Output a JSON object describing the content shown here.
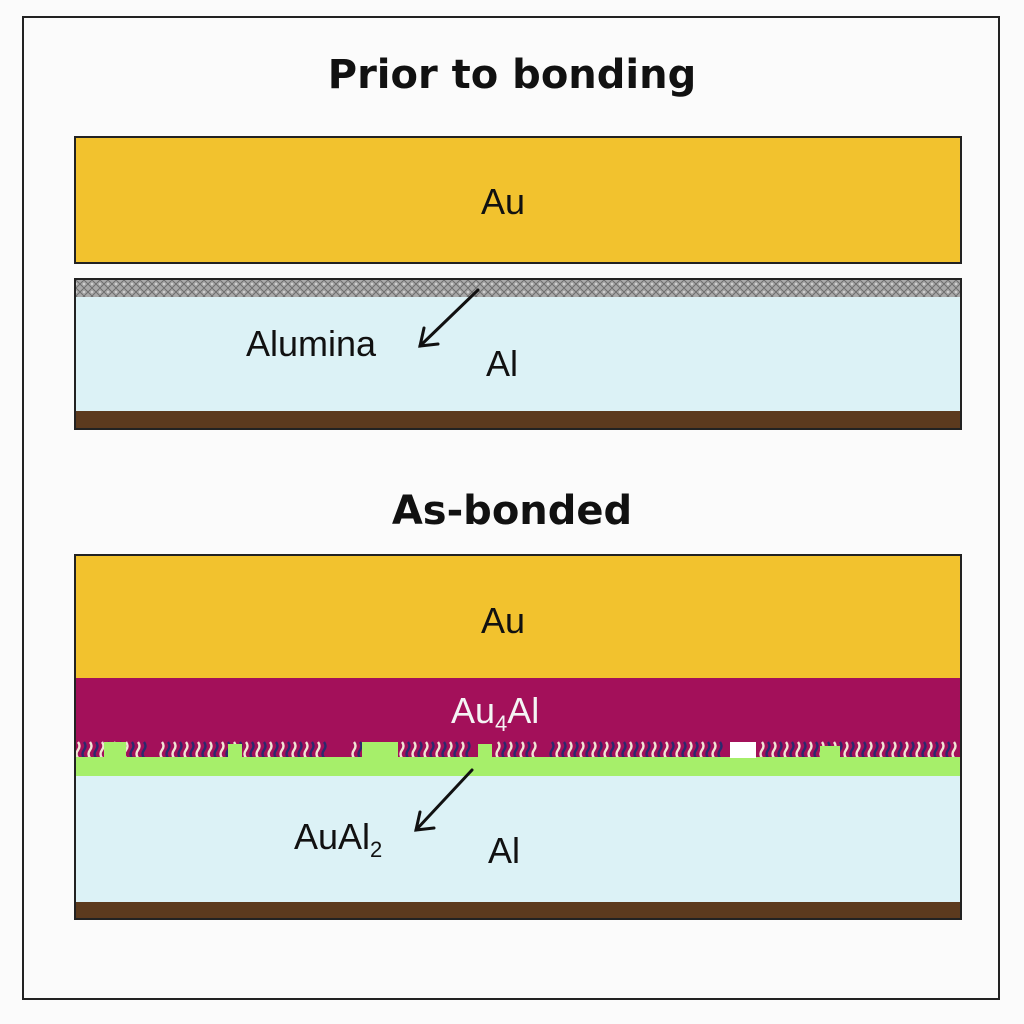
{
  "sections": {
    "prior": {
      "title": "Prior to bonding",
      "layers": {
        "gold": "Au",
        "oxide_callout": "Alumina",
        "aluminum": "Al"
      }
    },
    "bonded": {
      "title": "As-bonded",
      "layers": {
        "gold": "Au",
        "intermetallic_base": "Au",
        "intermetallic_sub": "4",
        "intermetallic_tail": "Al",
        "callout_base": "AuAl",
        "callout_sub": "2",
        "aluminum": "Al"
      }
    }
  },
  "colors": {
    "gold": "#f2c22e",
    "aluminum": "#dcf2f6",
    "substrate": "#5c3a1e",
    "alumina": "#a3a3a3",
    "au4al": "#a3105a",
    "aual2": "#a6ef6a",
    "outline": "#222222"
  }
}
